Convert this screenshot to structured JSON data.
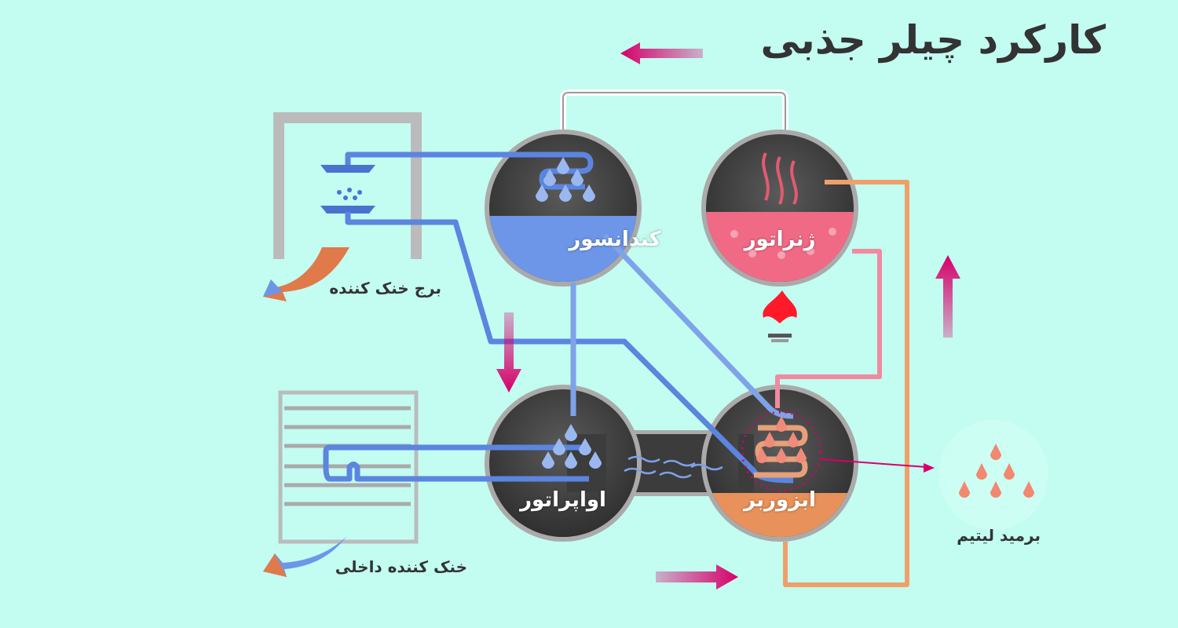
{
  "title": "کارکرد چیلر جذبی",
  "components": {
    "condenser": "کندانسور",
    "generator": "ژنراتور",
    "evaporator": "اواپراتور",
    "absorber": "ابزوربر"
  },
  "external": {
    "cooling_tower": "برج خنک کننده",
    "indoor_cooler": "خنک کننده داخلی",
    "lithium_bromide": "برمید لیتیم"
  },
  "colors": {
    "background": "#c3fcf1",
    "water": "#6d95e8",
    "solution_hot": "#f06a85",
    "solution_absorber": "#e8915a",
    "flow_arrow": "#d6006a",
    "vessel": "#444444"
  }
}
